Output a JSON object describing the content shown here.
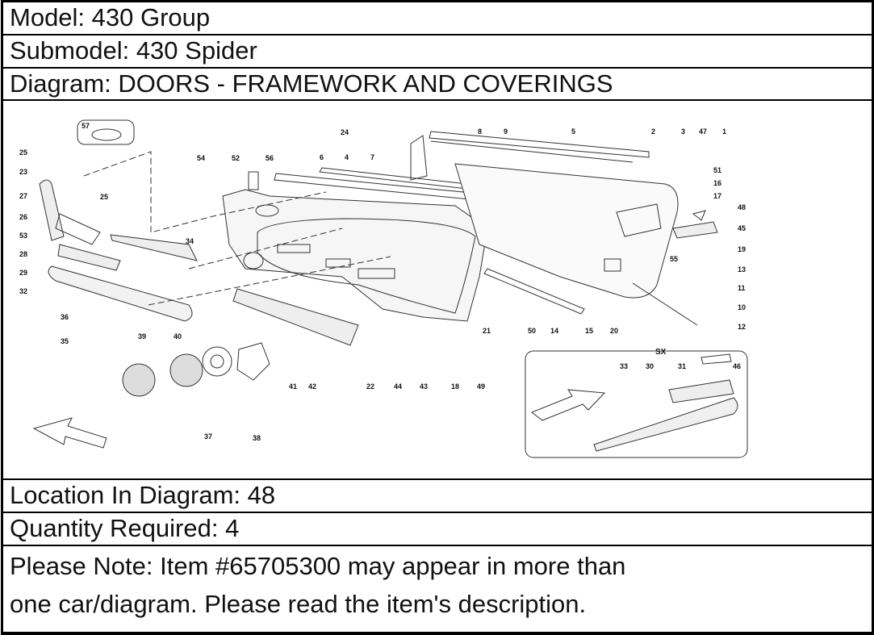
{
  "header": {
    "model": "Model: 430 Group",
    "submodel": "Submodel: 430 Spider",
    "diagram": "Diagram: DOORS - FRAMEWORK AND COVERINGS"
  },
  "diagram": {
    "callouts": [
      "25",
      "23",
      "27",
      "25",
      "26",
      "53",
      "28",
      "29",
      "32",
      "57",
      "54",
      "52",
      "56",
      "6",
      "4",
      "7",
      "24",
      "8",
      "9",
      "5",
      "2",
      "3",
      "47",
      "1",
      "51",
      "16",
      "17",
      "48",
      "45",
      "19",
      "55",
      "13",
      "11",
      "10",
      "12",
      "34",
      "36",
      "35",
      "39",
      "40",
      "41",
      "42",
      "22",
      "44",
      "43",
      "18",
      "49",
      "21",
      "50",
      "14",
      "15",
      "20",
      "37",
      "38",
      "33",
      "30",
      "31",
      "46"
    ],
    "inset_label": "SX"
  },
  "footer": {
    "location": "Location In Diagram: 48",
    "quantity": "Quantity Required: 4",
    "note_line1": "Please Note: Item #65705300 may appear in more than",
    "note_line2": "one car/diagram. Please read the item's description."
  }
}
